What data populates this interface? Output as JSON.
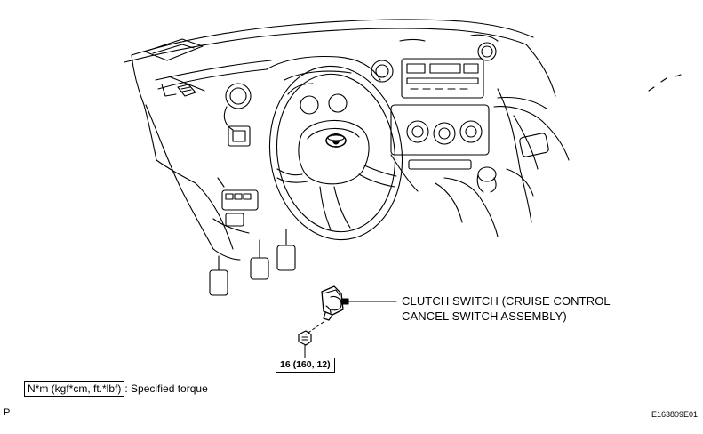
{
  "callout": {
    "line1": "CLUTCH SWITCH (CRUISE CONTROL",
    "line2": "CANCEL SWITCH ASSEMBLY)"
  },
  "torque_spec": "16 (160, 12)",
  "legend": {
    "unit_box": "N*m (kgf*cm, ft.*lbf)",
    "description": ": Specified torque"
  },
  "footer": {
    "left_code": "P",
    "right_code": "E163809E01"
  },
  "parts": [
    "dashboard-icon",
    "steering-wheel-icon",
    "toyota-emblem-icon",
    "clutch-switch-icon",
    "nut-icon"
  ]
}
